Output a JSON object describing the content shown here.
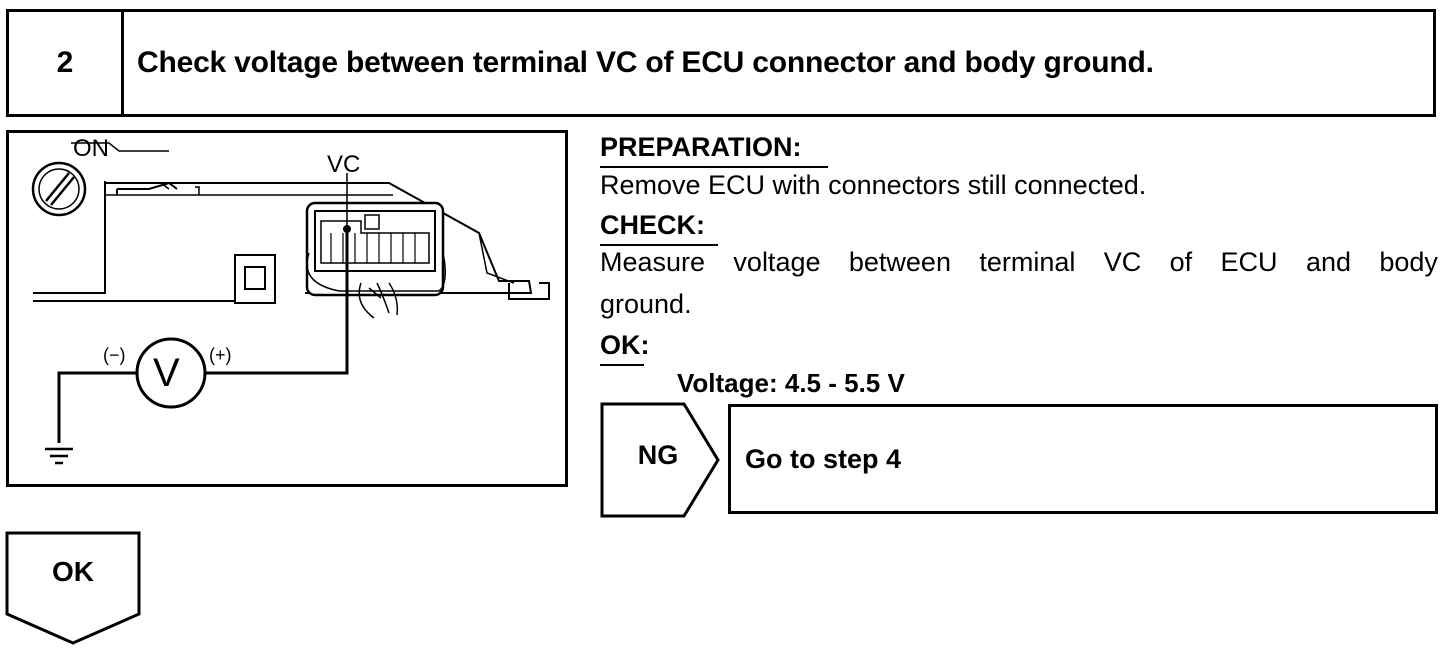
{
  "step": {
    "number": "2",
    "title": "Check voltage between terminal VC of ECU connector and body ground."
  },
  "illustration": {
    "switch_label": "ON",
    "terminal_label": "VC",
    "meter_symbol": "V",
    "minus_label": "(−)",
    "plus_label": "(+)",
    "icons": [
      "ignition-switch-icon",
      "voltmeter-icon",
      "ground-icon",
      "ecu-connector-icon"
    ]
  },
  "instructions": {
    "preparation_heading": "PREPARATION:",
    "preparation_text": "Remove ECU with connectors still connected.",
    "check_heading": "CHECK:",
    "check_text_line1": [
      "Measure",
      "voltage",
      "between",
      "terminal",
      "VC",
      "of",
      "ECU",
      "and",
      "body"
    ],
    "check_text_line2": "ground.",
    "ok_heading": "OK:",
    "ok_spec": "Voltage: 4.5 - 5.5 V"
  },
  "branches": {
    "ng_label": "NG",
    "ng_action": "Go to step 4",
    "ok_label": "OK"
  }
}
